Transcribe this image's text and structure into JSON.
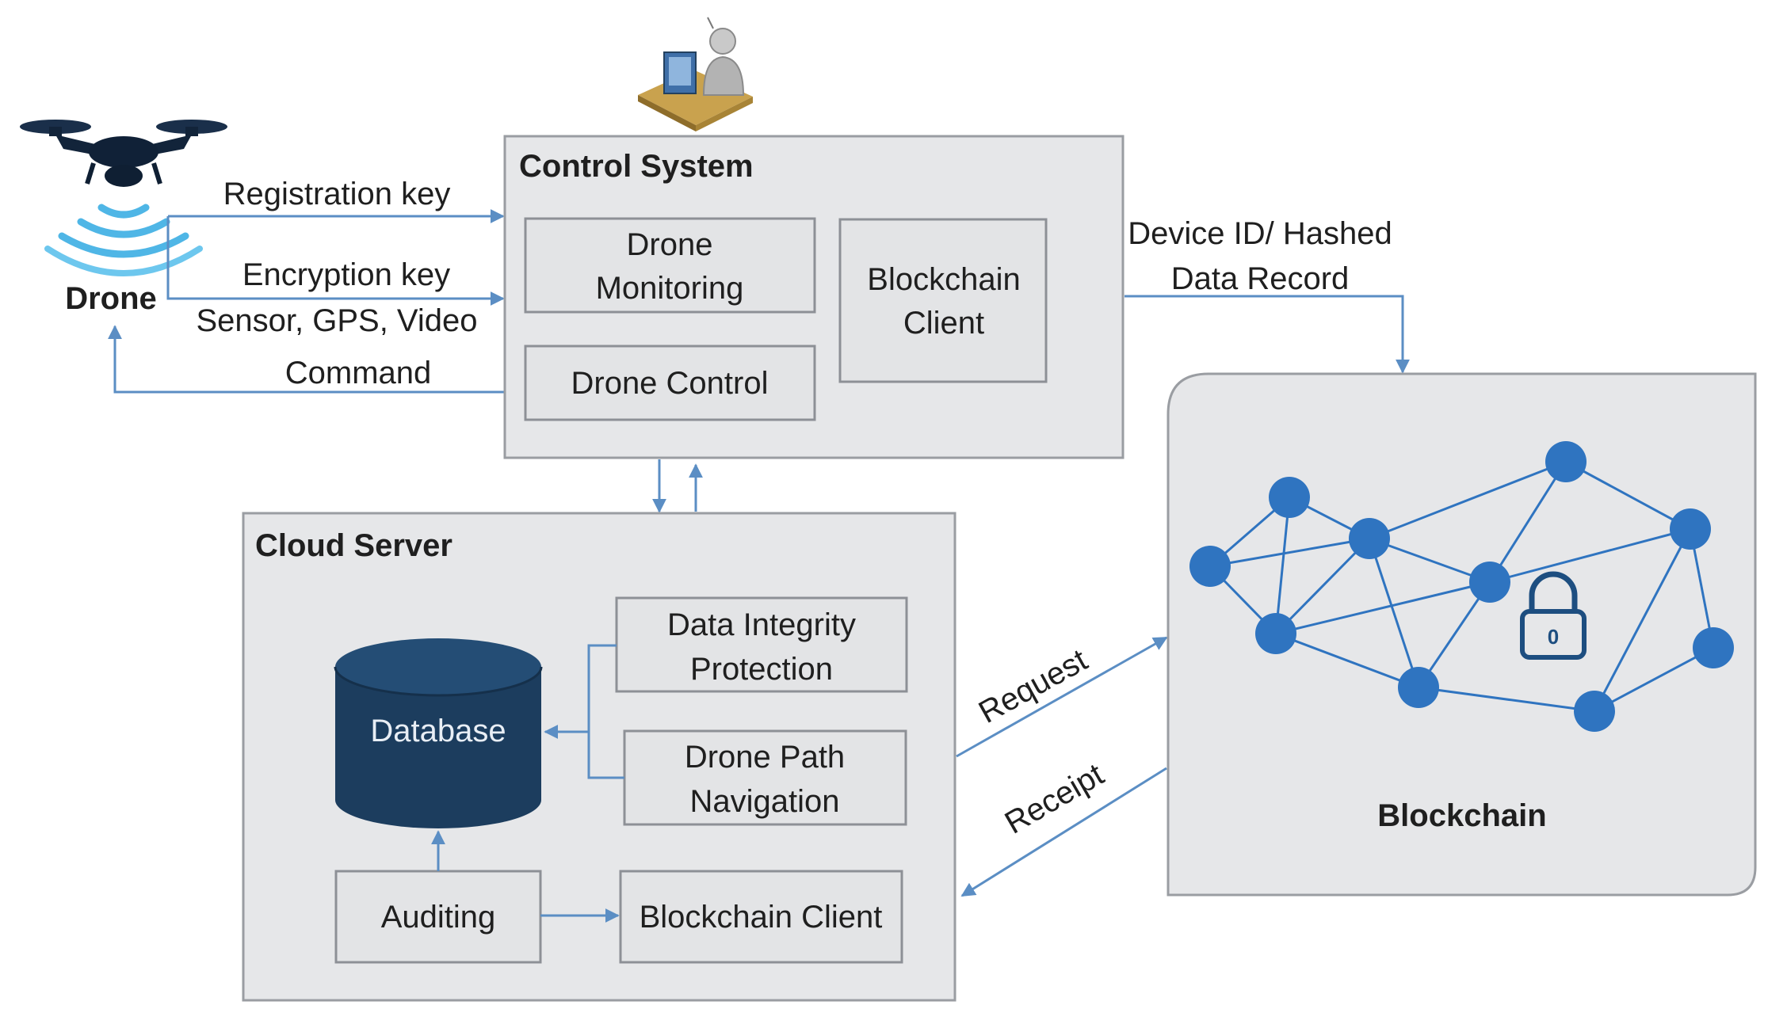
{
  "drone": {
    "label": "Drone"
  },
  "flows": {
    "registration_key": "Registration key",
    "encryption_key": "Encryption key",
    "sensor_gps_video": "Sensor, GPS, Video",
    "command": "Command",
    "device_id_line1": "Device ID/ Hashed",
    "device_id_line2": "Data Record",
    "request": "Request",
    "receipt": "Receipt"
  },
  "control_system": {
    "title": "Control System",
    "drone_monitoring_line1": "Drone",
    "drone_monitoring_line2": "Monitoring",
    "drone_control": "Drone Control",
    "blockchain_client_line1": "Blockchain",
    "blockchain_client_line2": "Client"
  },
  "cloud_server": {
    "title": "Cloud Server",
    "database": "Database",
    "data_integrity_line1": "Data Integrity",
    "data_integrity_line2": "Protection",
    "drone_path_line1": "Drone Path",
    "drone_path_line2": "Navigation",
    "auditing": "Auditing",
    "blockchain_client": "Blockchain Client"
  },
  "blockchain": {
    "title": "Blockchain",
    "lock_digit": "0"
  },
  "colors": {
    "connector": "#5b8ec4",
    "node": "#2f74c0",
    "database": "#1c3d5e",
    "panel": "#e6e7e9"
  },
  "icons": [
    "drone-icon",
    "signal-waves-icon",
    "operator-icon",
    "database-icon",
    "lock-icon"
  ]
}
